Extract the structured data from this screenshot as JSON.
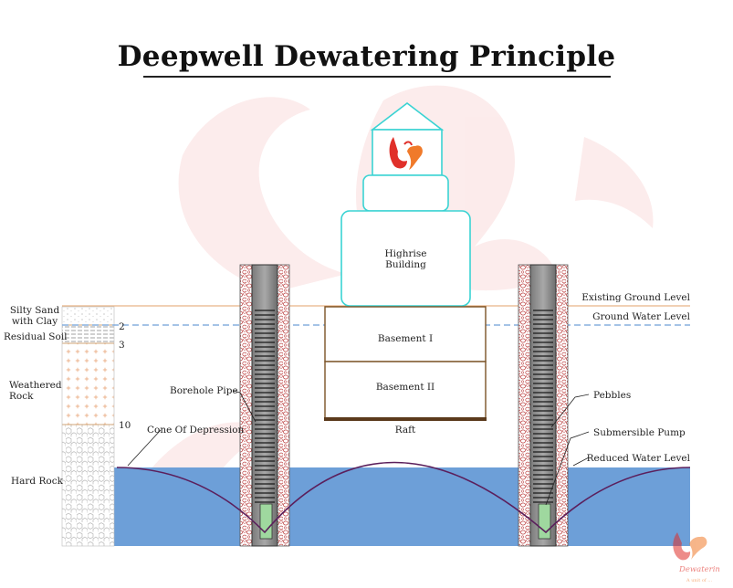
{
  "title": "Deepwell Dewatering Principle",
  "building": {
    "label_line1": "Highrise",
    "label_line2": "Building"
  },
  "basements": {
    "b1": "Basement I",
    "b2": "Basement II",
    "raft": "Raft"
  },
  "levels": {
    "existing_ground": "Existing Ground Level",
    "ground_water": "Ground Water Level",
    "reduced_water": "Reduced Water Level"
  },
  "components": {
    "borehole_pipe": "Borehole Pipe",
    "cone": "Cone Of Depression",
    "pebbles": "Pebbles",
    "pump": "Submersible Pump"
  },
  "strata": {
    "silty_line1": "Silty Sand",
    "silty_line2": "with Clay",
    "residual": "Residual Soil",
    "weathered_line1": "Weathered",
    "weathered_line2": "Rock",
    "hard": "Hard Rock"
  },
  "depth_marks": [
    "2",
    "3",
    "10"
  ],
  "watermark": {
    "text": "Dewaterin",
    "tagline": "A unit of ..."
  },
  "colors": {
    "water": "#6d9fd8",
    "building_stroke": "#3ad3d3",
    "basement_stroke": "#7a5326",
    "raft": "#5b3a1c",
    "cone": "#5b1f5c",
    "gwl_dash": "#6f9fd8",
    "pump": "#9fd89f",
    "logo_red": "#e0302a",
    "logo_orange": "#f07a2a"
  }
}
